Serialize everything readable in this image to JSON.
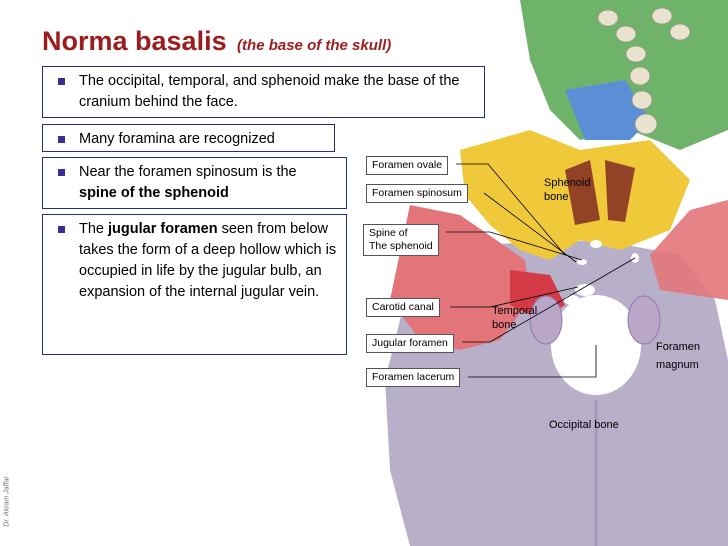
{
  "title": {
    "main": "Norma basalis",
    "sub": "(the base of the skull)"
  },
  "bullets": [
    {
      "parts": [
        {
          "t": "The occipital, temporal, and sphenoid make the base of the cranium behind the face.",
          "b": false
        }
      ]
    },
    {
      "parts": [
        {
          "t": "Many foramina are recognized",
          "b": false
        }
      ]
    },
    {
      "parts": [
        {
          "t": "Near the foramen spinosum is the ",
          "b": false
        },
        {
          "t": "spine of the sphenoid",
          "b": true
        }
      ]
    },
    {
      "parts": [
        {
          "t": "The ",
          "b": false
        },
        {
          "t": "jugular foramen",
          "b": true
        },
        {
          "t": " seen from below takes the form of a deep hollow which is occupied in life by the jugular bulb, an expansion of the internal jugular vein.",
          "b": false
        }
      ]
    }
  ],
  "labels": {
    "foramen_ovale": "Foramen ovale",
    "foramen_spinosum": "Foramen spinosum",
    "spine_sphenoid_1": "Spine of",
    "spine_sphenoid_2": "The sphenoid",
    "carotid_canal": "Carotid canal",
    "jugular_foramen": "Jugular foramen",
    "foramen_lacerum": "Foramen lacerum",
    "sphenoid_bone_1": "Sphenoid",
    "sphenoid_bone_2": "bone",
    "temporal_bone_1": "Temporal",
    "temporal_bone_2": "bone",
    "foramen_magnum_1": "Foramen",
    "foramen_magnum_2": "magnum",
    "occipital_bone": "Occipital bone"
  },
  "watermark": "Dr. Akram Jaffar",
  "colors": {
    "title": "#9b1d1d",
    "box_border": "#1f2f8a",
    "bullet": "#3a2c96",
    "occipital": "#b8b0c9",
    "temporal": "#e3757a",
    "sphenoid": "#f0c93a",
    "maxilla": "#6fb36a",
    "palatine": "#5a8fd6"
  }
}
